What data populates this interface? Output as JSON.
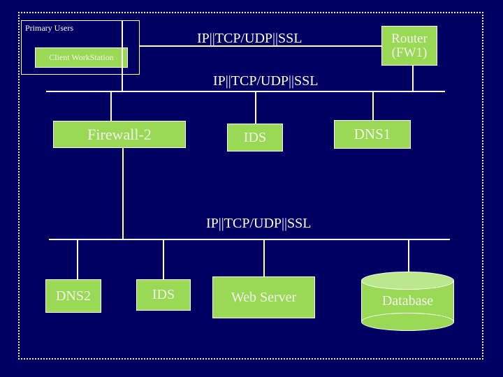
{
  "slide": {
    "background_color": "#000063",
    "node_fill_color": "#9ad956",
    "node_border_color": "#ffffff",
    "line_color": "#ffffff",
    "frame_color": "#f5f0a8"
  },
  "groups": [
    {
      "id": "primary-users",
      "label": "Primary Users"
    }
  ],
  "nodes": [
    {
      "id": "client-workstation",
      "label": "Client WorkStation"
    },
    {
      "id": "router-fw1",
      "label": "Router\n(FW1)"
    },
    {
      "id": "firewall-2",
      "label": "Firewall-2"
    },
    {
      "id": "ids-tier2",
      "label": "IDS"
    },
    {
      "id": "dns1",
      "label": "DNS1"
    },
    {
      "id": "dns2",
      "label": "DNS2"
    },
    {
      "id": "ids-tier3",
      "label": "IDS"
    },
    {
      "id": "web-server",
      "label": "Web Server"
    },
    {
      "id": "database",
      "label": "Database"
    }
  ],
  "bus_labels": [
    {
      "id": "bus-label-1",
      "text": "IP||TCP/UDP||SSL"
    },
    {
      "id": "bus-label-2",
      "text": "IP||TCP/UDP||SSL"
    },
    {
      "id": "bus-label-3",
      "text": "IP||TCP/UDP||SSL"
    }
  ]
}
